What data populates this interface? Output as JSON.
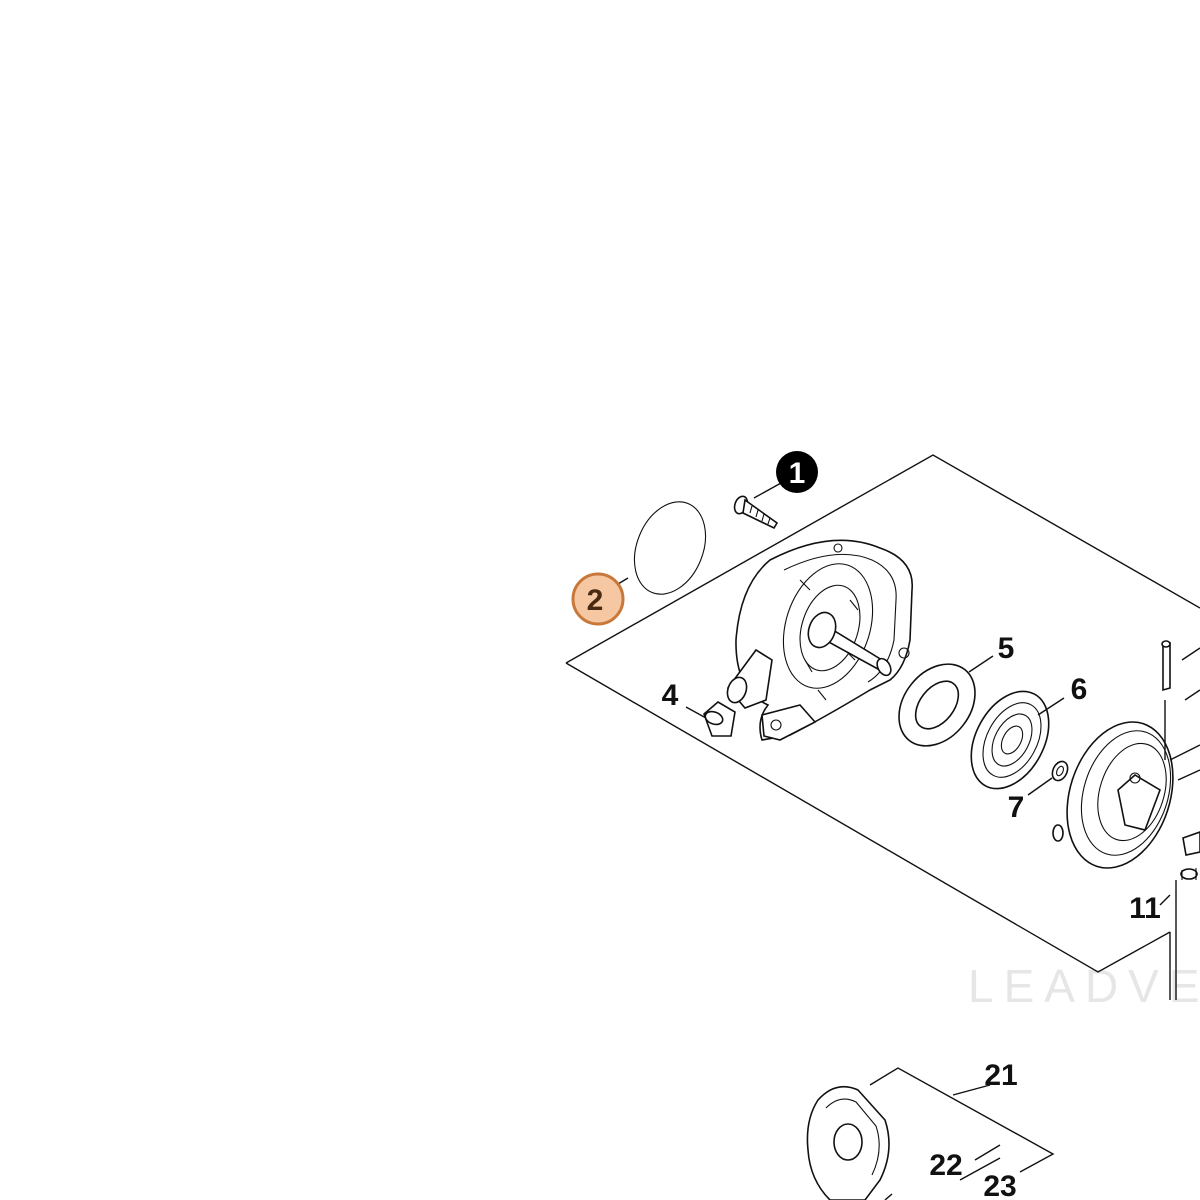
{
  "diagram": {
    "callouts": [
      {
        "id": "1",
        "label": "1",
        "style": "filled-black"
      },
      {
        "id": "2",
        "label": "2",
        "style": "highlighted-orange"
      },
      {
        "id": "4",
        "label": "4",
        "style": "plain"
      },
      {
        "id": "5",
        "label": "5",
        "style": "plain"
      },
      {
        "id": "6",
        "label": "6",
        "style": "plain"
      },
      {
        "id": "7",
        "label": "7",
        "style": "plain"
      },
      {
        "id": "11",
        "label": "11",
        "style": "plain"
      },
      {
        "id": "21",
        "label": "21",
        "style": "plain"
      },
      {
        "id": "22",
        "label": "22",
        "style": "plain"
      },
      {
        "id": "23",
        "label": "23",
        "style": "plain"
      }
    ],
    "watermark": "LEADVE",
    "colors": {
      "line": "#111111",
      "highlight_fill": "#f5c8a3",
      "highlight_stroke": "#c8783a",
      "badge_black": "#000000",
      "watermark": "#e6e6e6"
    }
  }
}
